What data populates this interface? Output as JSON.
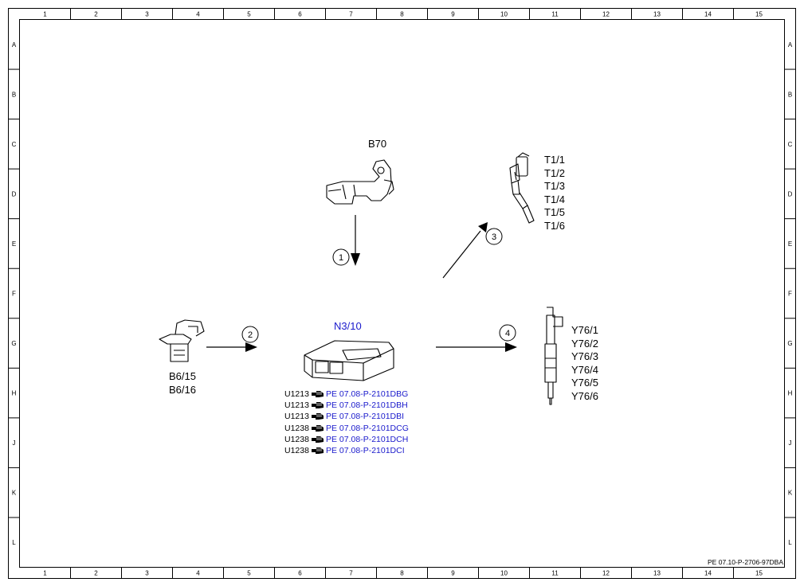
{
  "grid": {
    "columns": [
      "1",
      "2",
      "3",
      "4",
      "5",
      "6",
      "7",
      "8",
      "9",
      "10",
      "11",
      "12",
      "13",
      "14",
      "15"
    ],
    "rows": [
      "A",
      "B",
      "C",
      "D",
      "E",
      "F",
      "G",
      "H",
      "J",
      "K",
      "L"
    ]
  },
  "components": {
    "b70": "B70",
    "n3_10": "N3/10",
    "b6": [
      "B6/15",
      "B6/16"
    ],
    "t1": [
      "T1/1",
      "T1/2",
      "T1/3",
      "T1/4",
      "T1/5",
      "T1/6"
    ],
    "y76": [
      "Y76/1",
      "Y76/2",
      "Y76/3",
      "Y76/4",
      "Y76/5",
      "Y76/6"
    ]
  },
  "arrows": [
    "1",
    "2",
    "3",
    "4"
  ],
  "references": [
    {
      "code": "U1213",
      "doc": "PE 07.08-P-2101DBG"
    },
    {
      "code": "U1213",
      "doc": "PE 07.08-P-2101DBH"
    },
    {
      "code": "U1213",
      "doc": "PE 07.08-P-2101DBI"
    },
    {
      "code": "U1238",
      "doc": "PE 07.08-P-2101DCG"
    },
    {
      "code": "U1238",
      "doc": "PE 07.08-P-2101DCH"
    },
    {
      "code": "U1238",
      "doc": "PE 07.08-P-2101DCI"
    }
  ],
  "footer": "PE 07.10-P-2706-97DBA",
  "colors": {
    "link": "#1a1acc",
    "line": "#000000"
  }
}
